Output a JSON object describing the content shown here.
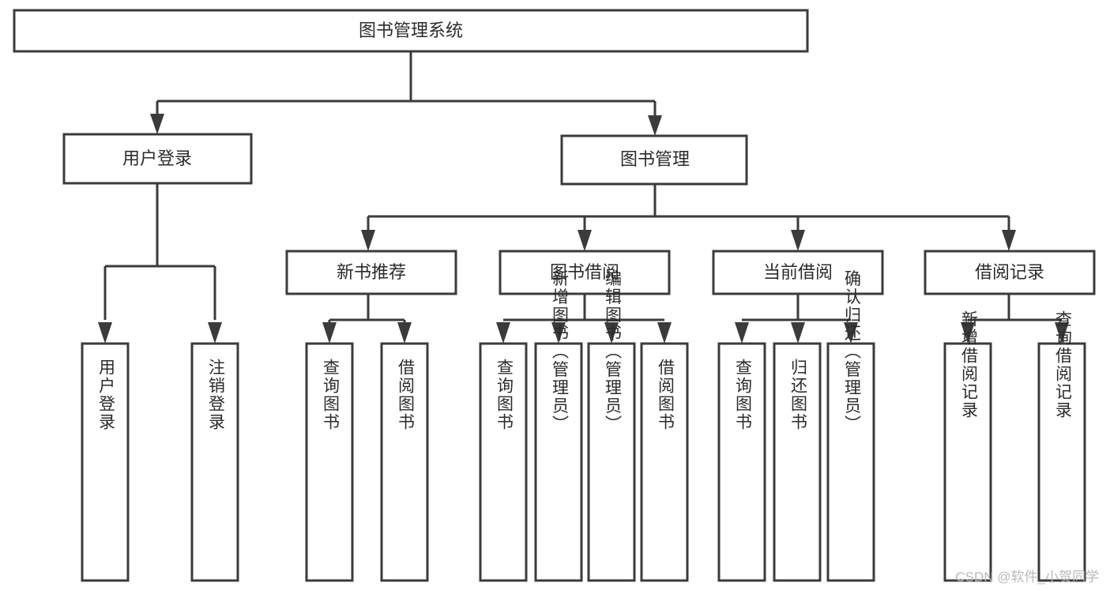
{
  "diagram": {
    "type": "tree-hierarchy",
    "title": "图书管理系统",
    "root": {
      "id": "root",
      "label": "图书管理系统"
    },
    "level1": [
      {
        "id": "user-login",
        "label": "用户登录"
      },
      {
        "id": "book-manage",
        "label": "图书管理"
      }
    ],
    "level2": [
      {
        "id": "new-book-recommend",
        "label": "新书推荐",
        "parent": "book-manage"
      },
      {
        "id": "book-borrow",
        "label": "图书借阅",
        "parent": "book-manage"
      },
      {
        "id": "current-borrow",
        "label": "当前借阅",
        "parent": "book-manage"
      },
      {
        "id": "borrow-record",
        "label": "借阅记录",
        "parent": "book-manage"
      }
    ],
    "leaves": [
      {
        "id": "leaf-user-login",
        "label": "用户登录",
        "parent": "user-login"
      },
      {
        "id": "leaf-logout",
        "label": "注销登录",
        "parent": "user-login"
      },
      {
        "id": "leaf-query-book-1",
        "label": "查询图书",
        "parent": "new-book-recommend"
      },
      {
        "id": "leaf-borrow-book-1",
        "label": "借阅图书",
        "parent": "new-book-recommend"
      },
      {
        "id": "leaf-query-book-2",
        "label": "查询图书",
        "parent": "book-borrow"
      },
      {
        "id": "leaf-add-book",
        "label": "新增图书（管理员）",
        "parent": "book-borrow"
      },
      {
        "id": "leaf-edit-book",
        "label": "编辑图书（管理员）",
        "parent": "book-borrow"
      },
      {
        "id": "leaf-borrow-book-2",
        "label": "借阅图书",
        "parent": "book-borrow"
      },
      {
        "id": "leaf-query-book-3",
        "label": "查询图书",
        "parent": "current-borrow"
      },
      {
        "id": "leaf-return-book",
        "label": "归还图书",
        "parent": "current-borrow"
      },
      {
        "id": "leaf-confirm-return",
        "label": "确认归还（管理员）",
        "parent": "current-borrow"
      },
      {
        "id": "leaf-add-record",
        "label": "新增借阅记录",
        "parent": "borrow-record"
      },
      {
        "id": "leaf-query-record",
        "label": "查询借阅记录",
        "parent": "borrow-record"
      }
    ],
    "colors": {
      "stroke": "#3b3b3b",
      "box_fill": "#ffffff",
      "text": "#2b2b2b",
      "background": "#ffffff",
      "watermark": "#b9b9b9"
    }
  },
  "watermark": {
    "text": "CSDN @软件_小贺同学"
  }
}
